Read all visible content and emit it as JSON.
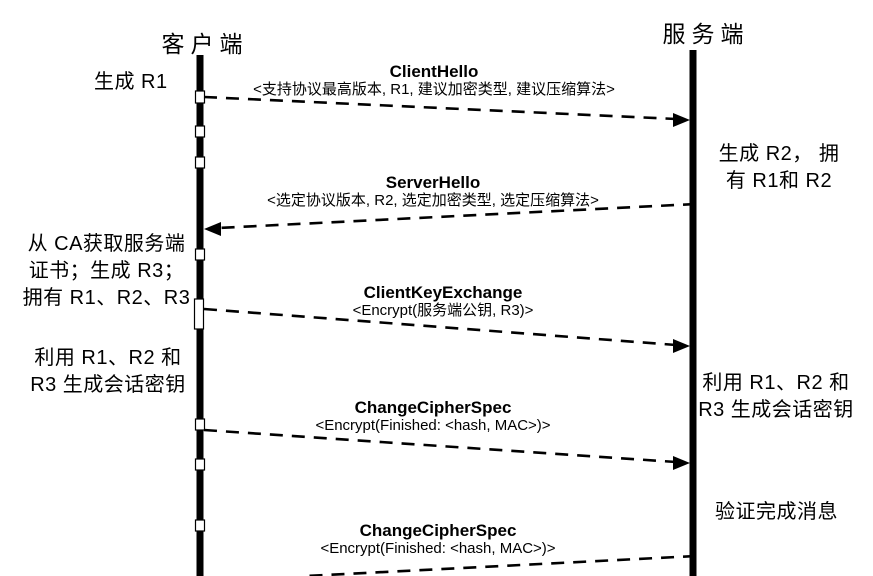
{
  "participants": {
    "client": "客户端",
    "server": "服务端"
  },
  "messages": [
    {
      "name": "ClientHello",
      "params": "<支持协议最高版本, R1, 建议加密类型, 建议压缩算法>",
      "direction": "client-to-server"
    },
    {
      "name": "ServerHello",
      "params": "<选定协议版本, R2, 选定加密类型, 选定压缩算法>",
      "direction": "server-to-client"
    },
    {
      "name": "ClientKeyExchange",
      "params": "<Encrypt(服务端公钥, R3)>",
      "direction": "client-to-server"
    },
    {
      "name": "ChangeCipherSpec",
      "params": "<Encrypt(Finished: <hash, MAC>)>",
      "direction": "client-to-server"
    },
    {
      "name": "ChangeCipherSpec",
      "params": "<Encrypt(Finished: <hash, MAC>)>",
      "direction": "server-to-client"
    }
  ],
  "notes": {
    "client_generate_r1": "生成 R1",
    "server_generate_r2": "生成 R2， 拥\n有 R1和 R2",
    "client_get_cert": "从 CA获取服务端\n证书；生成 R3；\n拥有 R1、R2、R3",
    "client_session_key": "利用 R1、R2 和\nR3 生成会话密钥",
    "server_session_key": "利用 R1、R2 和\nR3 生成会话密钥",
    "server_verify": "验证完成消息"
  },
  "colors": {
    "line": "#000000",
    "background": "#ffffff"
  }
}
